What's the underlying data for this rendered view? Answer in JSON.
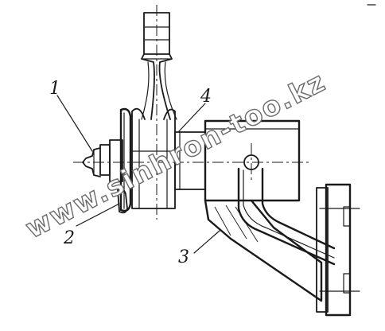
{
  "callouts": {
    "c1": "1",
    "c2": "2",
    "c3": "3",
    "c4": "4"
  },
  "watermark": {
    "text": "www.sinhron-too.kz"
  },
  "colors": {
    "ink": "#1a1a1a",
    "watermark_outline": "#6b6b6b",
    "background": "#ffffff"
  }
}
